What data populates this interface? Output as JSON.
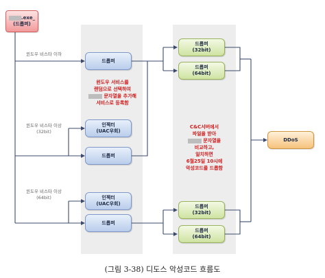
{
  "source": {
    "line1": ".exe_",
    "line2": "(드롭퍼)"
  },
  "conditions": {
    "below_vista": "윈도우 비스타 이하",
    "above_vista_32": {
      "line1": "윈도우 비스타 이상",
      "line2": "(32bit)"
    },
    "above_vista_64": {
      "line1": "윈도우 비스타 이상",
      "line2": "(64bit)"
    }
  },
  "nodes": {
    "dropper_below_vista": "드롭퍼",
    "injector_32": {
      "line1": "인젝터",
      "line2": "(UAC우회)"
    },
    "dropper_32": "드롭퍼",
    "injector_64": {
      "line1": "인젝터",
      "line2": "(UAC우회)"
    },
    "dropper_64": "드롭퍼",
    "top_dropper_32": {
      "line1": "드롭퍼",
      "line2": "(32bit)"
    },
    "top_dropper_64": {
      "line1": "드롭퍼",
      "line2": "(64bit)"
    },
    "bottom_dropper_32": {
      "line1": "드롭퍼",
      "line2": "(32bit)"
    },
    "bottom_dropper_64": {
      "line1": "드롭퍼",
      "line2": "(64bit)"
    },
    "ddos": "DDoS"
  },
  "notes": {
    "service": {
      "line1": "윈도우 서비스를",
      "line2": "랜덤으로 선택하여",
      "line3": "문자열을 추가해",
      "line4": "서비스로 등록함"
    },
    "cnc": {
      "line1": "C&C서버에서",
      "line2": "파일을 받아",
      "line3": "문자열을",
      "line4": "비교하고,",
      "line5": "일치하면",
      "line6": "6월25일 10시에",
      "line7": "악성코드를 드롭함"
    }
  },
  "caption": "(그림 3-38) 디도스 악성코드 흐름도",
  "colors": {
    "lane": "#ededed",
    "blue_node": "#b9cdeb",
    "green_node": "#cfe3a2",
    "source_node": "#f29a9a",
    "ddos_node": "#f6c27c",
    "note_text": "#d21c1c",
    "connector": "#3b4a6b"
  }
}
